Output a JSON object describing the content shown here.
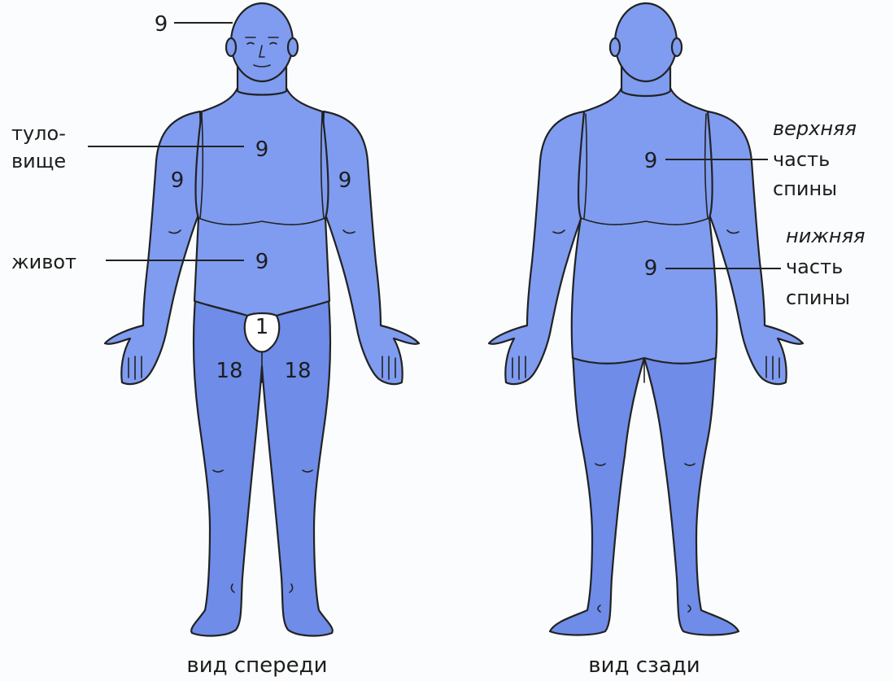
{
  "colors": {
    "body": "#7f9cf0",
    "legs": "#6e8ce8",
    "groin": "#ffffff",
    "ink": "#222222",
    "background": "#fbfcfd"
  },
  "front": {
    "head_value": "9",
    "torso_label_line1": "туло-",
    "torso_label_line2": "вище",
    "torso_value": "9",
    "left_arm_value": "9",
    "right_arm_value": "9",
    "abdomen_label": "живот",
    "abdomen_value": "9",
    "groin_value": "1",
    "left_leg_value": "18",
    "right_leg_value": "18",
    "caption": "вид спереди"
  },
  "back": {
    "upper_back_label_line1": "верхняя",
    "upper_back_label_line2": "часть",
    "upper_back_label_line3": "спины",
    "upper_back_value": "9",
    "lower_back_label_line1": "нижняя",
    "lower_back_label_line2": "часть",
    "lower_back_label_line3": "спины",
    "lower_back_value": "9",
    "caption": "вид сзади"
  }
}
